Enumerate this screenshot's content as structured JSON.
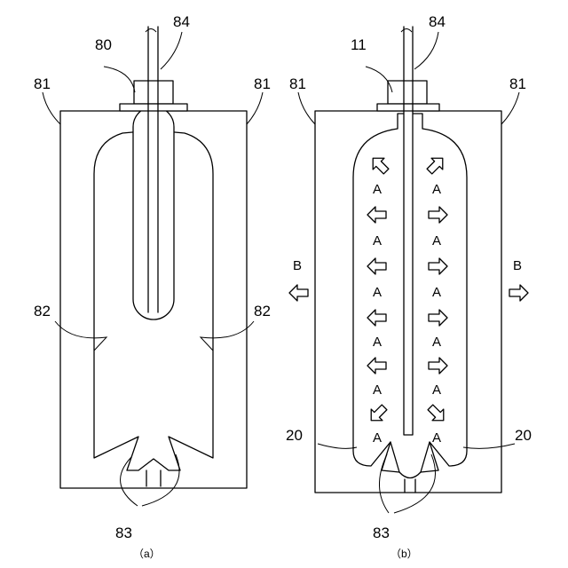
{
  "panel_a": {
    "caption": "（a）",
    "refs": {
      "top": "80",
      "rod": "84",
      "mold_left": "81",
      "mold_right": "81",
      "wall_left": "82",
      "wall_right": "82",
      "base": "83"
    }
  },
  "panel_b": {
    "caption": "（b）",
    "refs": {
      "top": "11",
      "rod": "84",
      "mold_left": "81",
      "mold_right": "81",
      "base_left": "20",
      "base_right": "20",
      "base": "83"
    },
    "flow_letter": "A",
    "side_letter": "B"
  }
}
